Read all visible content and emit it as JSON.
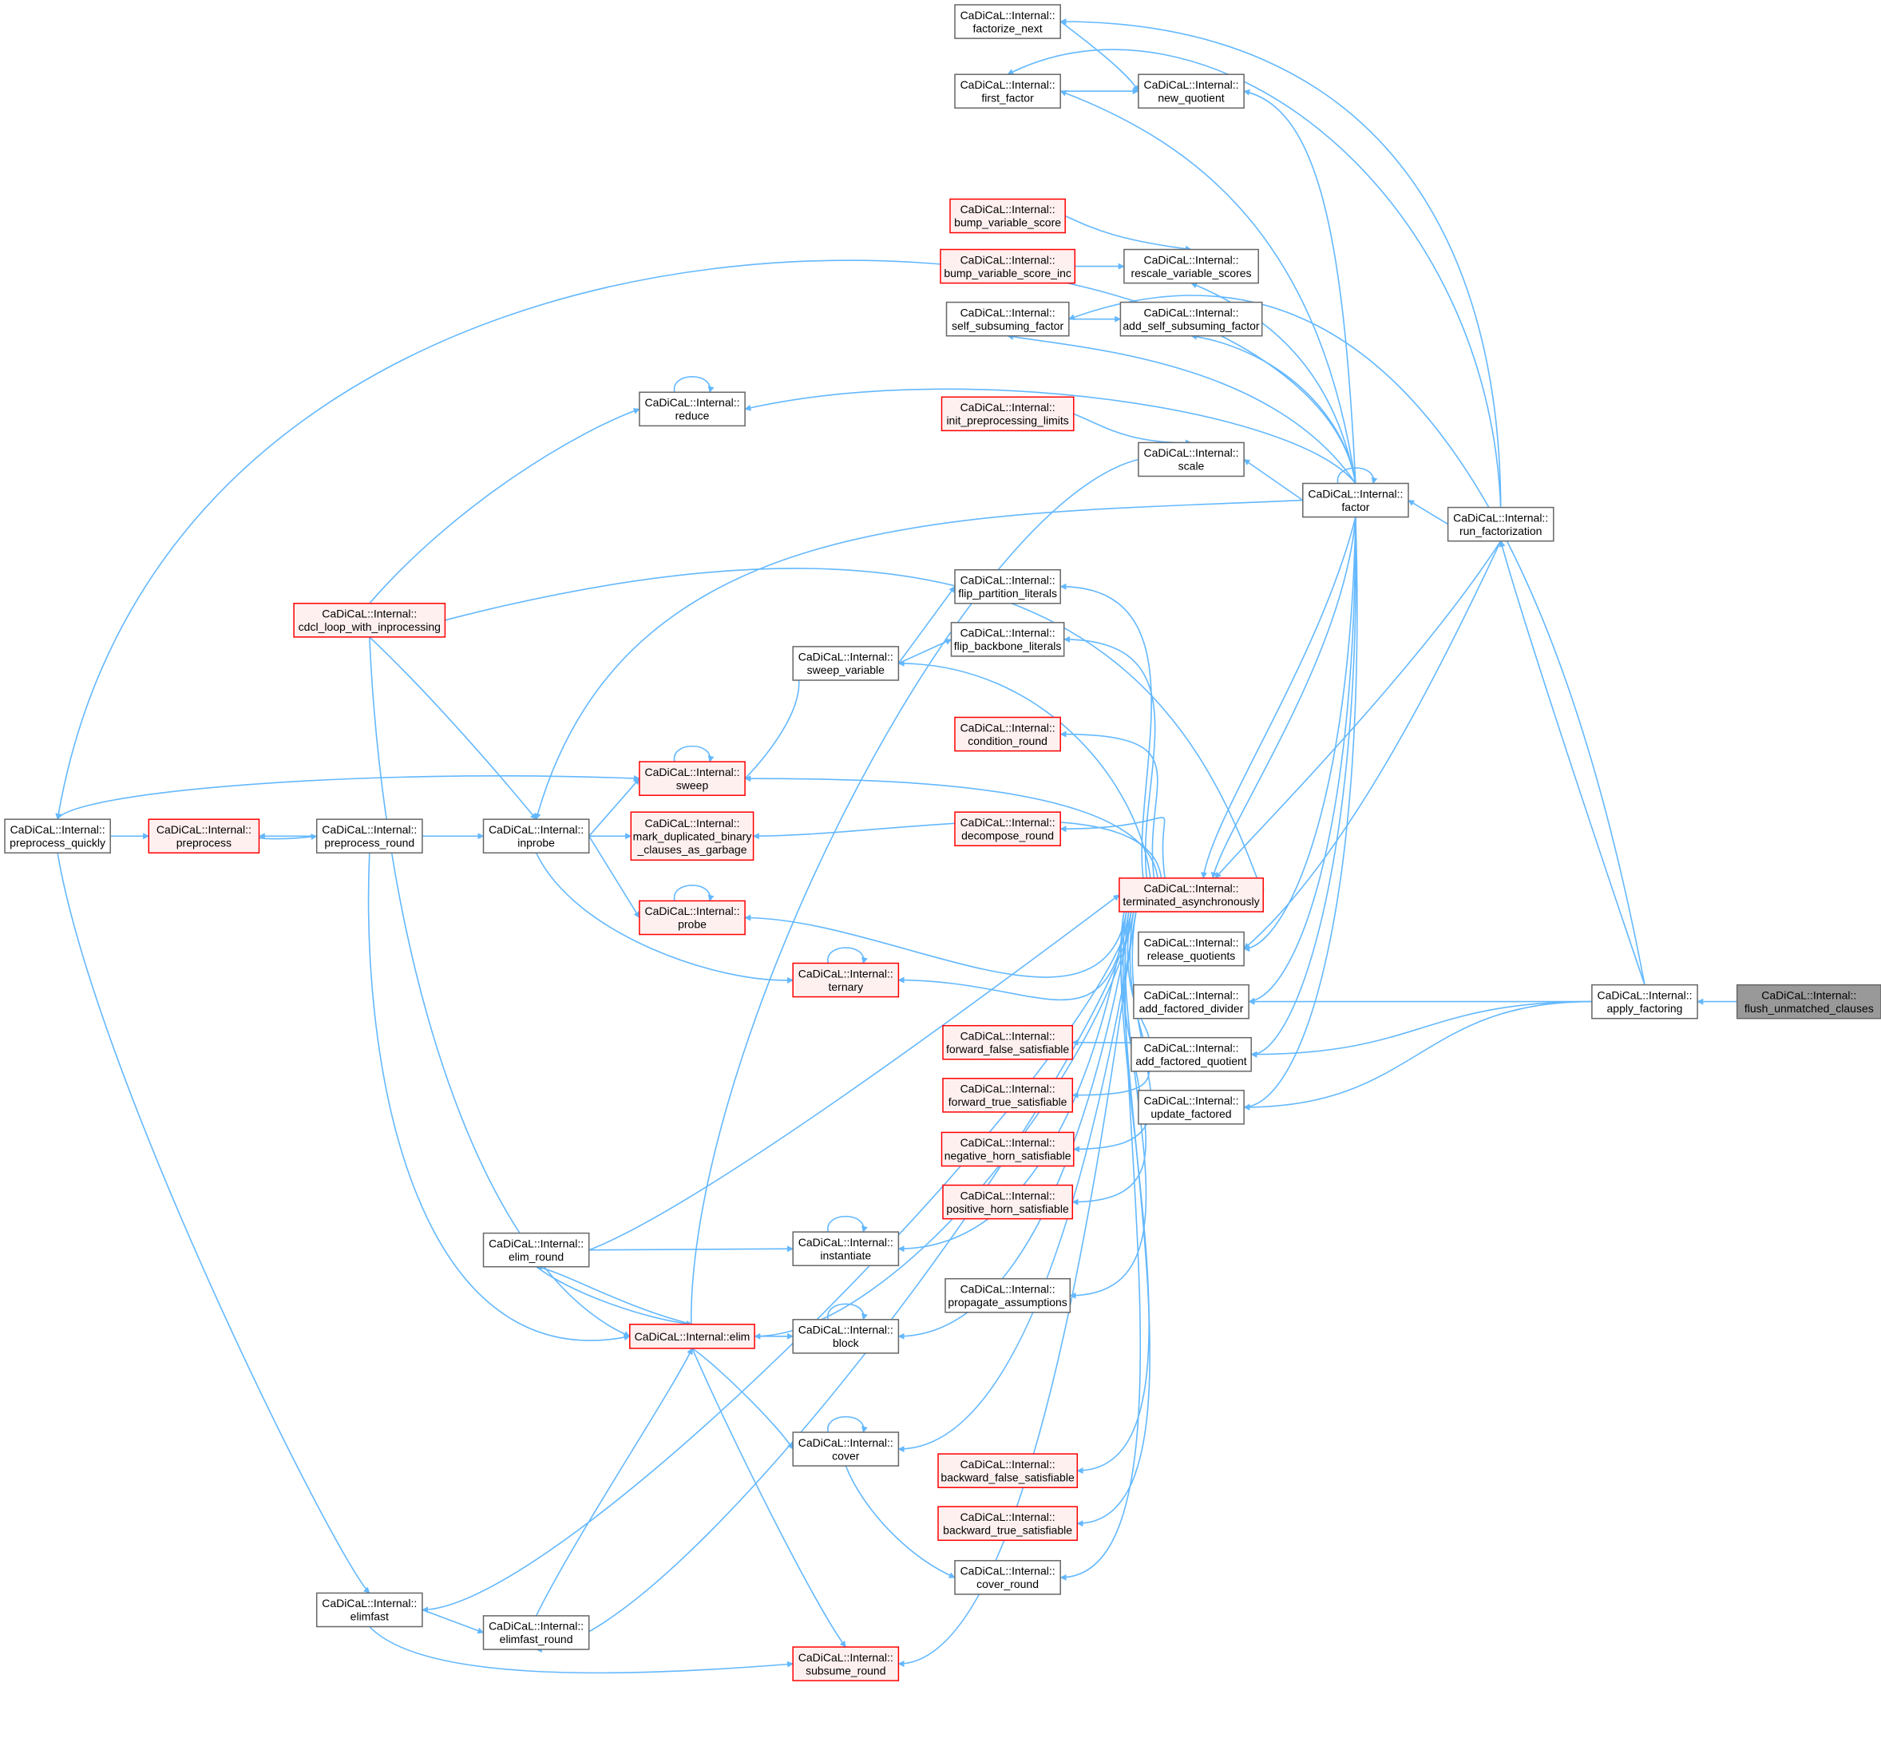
{
  "graph": {
    "colors": {
      "edge": "#63b8ff",
      "node_border": "#666666",
      "node_fill": "#ffffff",
      "highlight_border": "#ff0000",
      "highlight_fill": "#fff0f0",
      "selected_border": "#666666",
      "selected_fill": "#999999",
      "text": "#000000"
    },
    "nodes": [
      {
        "id": "flush",
        "lines": [
          "CaDiCaL::Internal::",
          "flush_unmatched_clauses"
        ],
        "style": "selected"
      },
      {
        "id": "apply_factoring",
        "lines": [
          "CaDiCaL::Internal::",
          "apply_factoring"
        ],
        "style": "normal"
      },
      {
        "id": "run_factorization",
        "lines": [
          "CaDiCaL::Internal::",
          "run_factorization"
        ],
        "style": "normal"
      },
      {
        "id": "factor",
        "lines": [
          "CaDiCaL::Internal::",
          "factor"
        ],
        "style": "normal"
      },
      {
        "id": "factorize_next",
        "lines": [
          "CaDiCaL::Internal::",
          "factorize_next"
        ],
        "style": "normal"
      },
      {
        "id": "first_factor",
        "lines": [
          "CaDiCaL::Internal::",
          "first_factor"
        ],
        "style": "normal"
      },
      {
        "id": "new_quotient",
        "lines": [
          "CaDiCaL::Internal::",
          "new_quotient"
        ],
        "style": "normal"
      },
      {
        "id": "bump_variable_score",
        "lines": [
          "CaDiCaL::Internal::",
          "bump_variable_score"
        ],
        "style": "red"
      },
      {
        "id": "bump_variable_score_inc",
        "lines": [
          "CaDiCaL::Internal::",
          "bump_variable_score_inc"
        ],
        "style": "red"
      },
      {
        "id": "rescale_variable_scores",
        "lines": [
          "CaDiCaL::Internal::",
          "rescale_variable_scores"
        ],
        "style": "normal"
      },
      {
        "id": "self_subsuming_factor",
        "lines": [
          "CaDiCaL::Internal::",
          "self_subsuming_factor"
        ],
        "style": "normal"
      },
      {
        "id": "add_self_subsuming_factor",
        "lines": [
          "CaDiCaL::Internal::",
          "add_self_subsuming_factor"
        ],
        "style": "normal"
      },
      {
        "id": "reduce",
        "lines": [
          "CaDiCaL::Internal::",
          "reduce"
        ],
        "style": "normal"
      },
      {
        "id": "init_preprocessing_limits",
        "lines": [
          "CaDiCaL::Internal::",
          "init_preprocessing_limits"
        ],
        "style": "red"
      },
      {
        "id": "scale",
        "lines": [
          "CaDiCaL::Internal::",
          "scale"
        ],
        "style": "normal"
      },
      {
        "id": "cdcl_loop",
        "lines": [
          "CaDiCaL::Internal::",
          "cdcl_loop_with_inprocessing"
        ],
        "style": "red"
      },
      {
        "id": "flip_partition_literals",
        "lines": [
          "CaDiCaL::Internal::",
          "flip_partition_literals"
        ],
        "style": "normal"
      },
      {
        "id": "flip_backbone_literals",
        "lines": [
          "CaDiCaL::Internal::",
          "flip_backbone_literals"
        ],
        "style": "normal"
      },
      {
        "id": "sweep_variable",
        "lines": [
          "CaDiCaL::Internal::",
          "sweep_variable"
        ],
        "style": "normal"
      },
      {
        "id": "condition_round",
        "lines": [
          "CaDiCaL::Internal::",
          "condition_round"
        ],
        "style": "red"
      },
      {
        "id": "sweep",
        "lines": [
          "CaDiCaL::Internal::",
          "sweep"
        ],
        "style": "red"
      },
      {
        "id": "preprocess_quickly",
        "lines": [
          "CaDiCaL::Internal::",
          "preprocess_quickly"
        ],
        "style": "normal"
      },
      {
        "id": "preprocess",
        "lines": [
          "CaDiCaL::Internal::",
          "preprocess"
        ],
        "style": "red"
      },
      {
        "id": "preprocess_round",
        "lines": [
          "CaDiCaL::Internal::",
          "preprocess_round"
        ],
        "style": "normal"
      },
      {
        "id": "inprobe",
        "lines": [
          "CaDiCaL::Internal::",
          "inprobe"
        ],
        "style": "normal"
      },
      {
        "id": "mark_duplicated",
        "lines": [
          "CaDiCaL::Internal::",
          "mark_duplicated_binary",
          "_clauses_as_garbage"
        ],
        "style": "red"
      },
      {
        "id": "decompose_round",
        "lines": [
          "CaDiCaL::Internal::",
          "decompose_round"
        ],
        "style": "red"
      },
      {
        "id": "terminated_asynchronously",
        "lines": [
          "CaDiCaL::Internal::",
          "terminated_asynchronously"
        ],
        "style": "red"
      },
      {
        "id": "probe",
        "lines": [
          "CaDiCaL::Internal::",
          "probe"
        ],
        "style": "red"
      },
      {
        "id": "release_quotients",
        "lines": [
          "CaDiCaL::Internal::",
          "release_quotients"
        ],
        "style": "normal"
      },
      {
        "id": "ternary",
        "lines": [
          "CaDiCaL::Internal::",
          "ternary"
        ],
        "style": "red"
      },
      {
        "id": "add_factored_divider",
        "lines": [
          "CaDiCaL::Internal::",
          "add_factored_divider"
        ],
        "style": "normal"
      },
      {
        "id": "forward_false_satisfiable",
        "lines": [
          "CaDiCaL::Internal::",
          "forward_false_satisfiable"
        ],
        "style": "red"
      },
      {
        "id": "add_factored_quotient",
        "lines": [
          "CaDiCaL::Internal::",
          "add_factored_quotient"
        ],
        "style": "normal"
      },
      {
        "id": "forward_true_satisfiable",
        "lines": [
          "CaDiCaL::Internal::",
          "forward_true_satisfiable"
        ],
        "style": "red"
      },
      {
        "id": "update_factored",
        "lines": [
          "CaDiCaL::Internal::",
          "update_factored"
        ],
        "style": "normal"
      },
      {
        "id": "negative_horn_satisfiable",
        "lines": [
          "CaDiCaL::Internal::",
          "negative_horn_satisfiable"
        ],
        "style": "red"
      },
      {
        "id": "positive_horn_satisfiable",
        "lines": [
          "CaDiCaL::Internal::",
          "positive_horn_satisfiable"
        ],
        "style": "red"
      },
      {
        "id": "elim_round",
        "lines": [
          "CaDiCaL::Internal::",
          "elim_round"
        ],
        "style": "normal"
      },
      {
        "id": "instantiate",
        "lines": [
          "CaDiCaL::Internal::",
          "instantiate"
        ],
        "style": "normal"
      },
      {
        "id": "propagate_assumptions",
        "lines": [
          "CaDiCaL::Internal::",
          "propagate_assumptions"
        ],
        "style": "normal"
      },
      {
        "id": "elim",
        "lines": [
          "CaDiCaL::Internal::elim"
        ],
        "style": "red"
      },
      {
        "id": "block",
        "lines": [
          "CaDiCaL::Internal::",
          "block"
        ],
        "style": "normal"
      },
      {
        "id": "cover",
        "lines": [
          "CaDiCaL::Internal::",
          "cover"
        ],
        "style": "normal"
      },
      {
        "id": "backward_false_satisfiable",
        "lines": [
          "CaDiCaL::Internal::",
          "backward_false_satisfiable"
        ],
        "style": "red"
      },
      {
        "id": "backward_true_satisfiable",
        "lines": [
          "CaDiCaL::Internal::",
          "backward_true_satisfiable"
        ],
        "style": "red"
      },
      {
        "id": "cover_round",
        "lines": [
          "CaDiCaL::Internal::",
          "cover_round"
        ],
        "style": "normal"
      },
      {
        "id": "elimfast",
        "lines": [
          "CaDiCaL::Internal::",
          "elimfast"
        ],
        "style": "normal"
      },
      {
        "id": "elimfast_round",
        "lines": [
          "CaDiCaL::Internal::",
          "elimfast_round"
        ],
        "style": "normal"
      },
      {
        "id": "subsume_round",
        "lines": [
          "CaDiCaL::Internal::",
          "subsume_round"
        ],
        "style": "red"
      }
    ]
  }
}
